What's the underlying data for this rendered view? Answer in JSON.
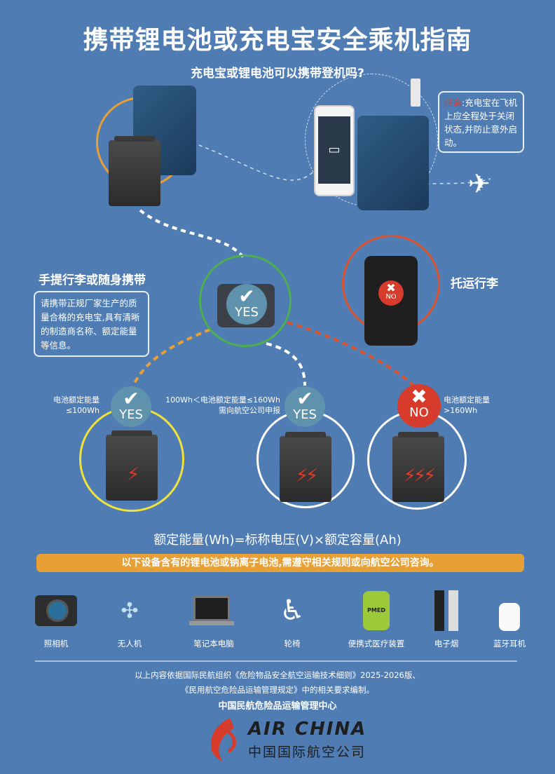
{
  "title": "携带锂电池或充电宝安全乘机指南",
  "subtitle": "充电宝或锂电池可以携带登机吗?",
  "note": {
    "label": "注意",
    "text": ":充电宝在飞机上应全程处于关闭状态,并防止意外启动。"
  },
  "carry_on": {
    "heading": "手提行李或随身携带",
    "text": "请携带正规厂家生产的质量合格的充电宝,具有清晰的制造商名称、额定能量等信息。",
    "badge": "YES"
  },
  "checked": {
    "heading": "托运行李",
    "badge": "NO"
  },
  "tiers": [
    {
      "condition": "电池额定能量\n≤100Wh",
      "badge": "YES",
      "bolts": "⚡"
    },
    {
      "condition": "100Wh＜电池额定能量≤160Wh\n需向航空公司申报",
      "badge": "YES",
      "bolts": "⚡⚡"
    },
    {
      "condition": "电池额定能量\n>160Wh",
      "badge": "NO",
      "bolts": "⚡⚡⚡"
    }
  ],
  "formula": "额定能量(Wh)=标称电压(V)×额定容量(Ah)",
  "banner": "以下设备含有的锂电池或钠离子电池,需遵守相关规则或向航空公司咨询。",
  "devices": [
    "照相机",
    "无人机",
    "笔记本电脑",
    "轮椅",
    "便携式医疗装置",
    "电子烟",
    "蓝牙耳机"
  ],
  "pmed_label": "PMED",
  "footer": {
    "line1": "以上内容依据国际民航组织《危险物品安全航空运输技术细则》2025-2026版、",
    "line2": "《民用航空危险品运输管理规定》中的相关要求编制。",
    "org": "中国民航危险品运输管理中心"
  },
  "logo": {
    "en": "AIR CHINA",
    "cn": "中国国际航空公司"
  },
  "colors": {
    "bg": "#4f7cb2",
    "orange": "#e7a035",
    "red": "#d63b2c",
    "green": "#4caf50",
    "yellow": "#f1e23a",
    "teal": "#5f93ad"
  }
}
